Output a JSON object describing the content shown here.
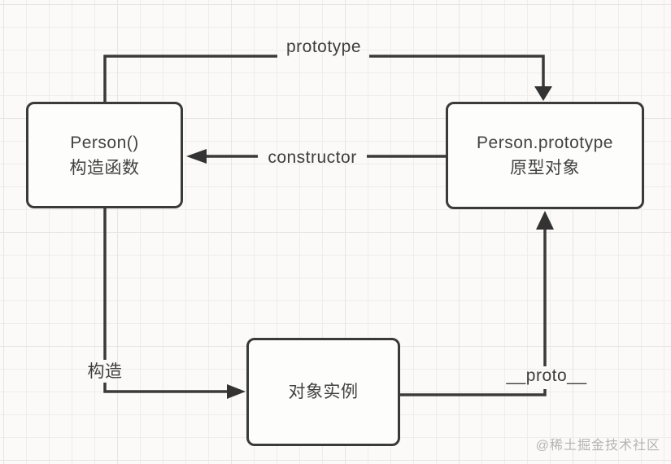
{
  "diagram": {
    "nodes": {
      "constructor_fn": {
        "title": "Person()",
        "subtitle": "构造函数"
      },
      "prototype_obj": {
        "title": "Person.prototype",
        "subtitle": "原型对象"
      },
      "instance": {
        "title": "对象实例"
      }
    },
    "edges": {
      "prototype": {
        "label": "prototype"
      },
      "constructor": {
        "label": "constructor"
      },
      "construct": {
        "label": "构造"
      },
      "proto": {
        "label": "__proto__"
      }
    },
    "colors": {
      "stroke": "#3a3a3a",
      "text": "#424242",
      "node_bg": "#fdfdfc",
      "page_bg": "#fbfaf8",
      "grid_line": "#efedec",
      "watermark": "#b6b3b0"
    }
  },
  "watermark": {
    "text": "@稀土掘金技术社区"
  }
}
